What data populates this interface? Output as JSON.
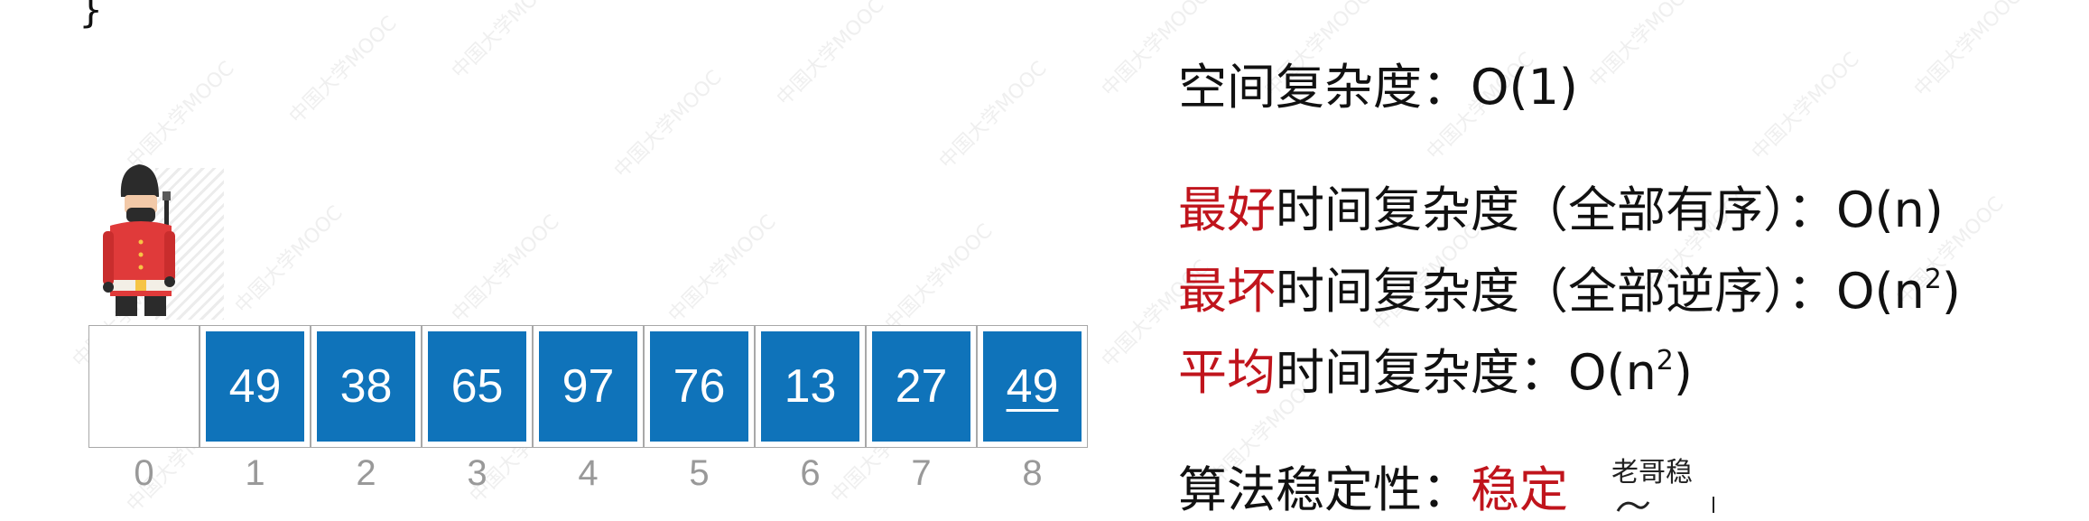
{
  "code_fragment": "}",
  "array": {
    "values": [
      "",
      "49",
      "38",
      "65",
      "97",
      "76",
      "13",
      "27",
      "49"
    ],
    "indices": [
      "0",
      "1",
      "2",
      "3",
      "4",
      "5",
      "6",
      "7",
      "8"
    ],
    "underlined_index": 8
  },
  "complexity": {
    "space": "空间复杂度：O(1)",
    "best_prefix": "最好",
    "best_rest": "时间复杂度（全部有序）：O(n)",
    "worst_prefix": "最坏",
    "worst_rest": "时间复杂度（全部逆序）：O(n",
    "worst_sup": "2",
    "worst_end": ")",
    "avg_prefix": "平均",
    "avg_rest": "时间复杂度：O(n",
    "avg_sup": "2",
    "avg_end": ")",
    "stability_label": "算法稳定性：",
    "stability_value": "稳定"
  },
  "note": "老哥稳",
  "watermark": "中国大学MOOC",
  "colors": {
    "box_fill": "#0f73ba",
    "accent_red": "#c0141c",
    "index_gray": "#999999"
  },
  "icons": {
    "guard": "royal-guard-icon"
  }
}
